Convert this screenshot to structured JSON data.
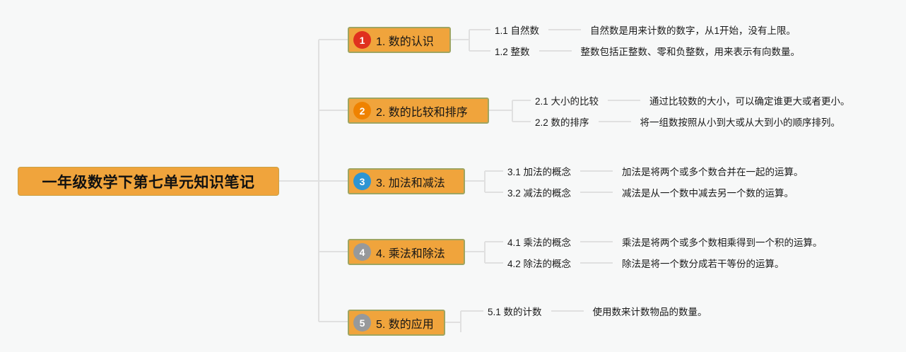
{
  "theme": {
    "background": "#f7f8f8",
    "node_fill": "#f0a43c",
    "node_border": "#9fa561",
    "connector_color": "#e0e0e0",
    "text_color": "#1a1a1a"
  },
  "root": {
    "label": "一年级数学下第七单元知识笔记"
  },
  "branches": [
    {
      "num": "1",
      "badge_color": "#e0301e",
      "label": "1. 数的认识",
      "children": [
        {
          "label": "1.1 自然数",
          "desc": "自然数是用来计数的数字，从1开始，没有上限。"
        },
        {
          "label": "1.2 整数",
          "desc": "整数包括正整数、零和负整数，用来表示有向数量。"
        }
      ]
    },
    {
      "num": "2",
      "badge_color": "#ef8200",
      "label": "2. 数的比较和排序",
      "children": [
        {
          "label": "2.1 大小的比较",
          "desc": "通过比较数的大小，可以确定谁更大或者更小。"
        },
        {
          "label": "2.2 数的排序",
          "desc": "将一组数按照从小到大或从大到小的顺序排列。"
        }
      ]
    },
    {
      "num": "3",
      "badge_color": "#2e95d3",
      "label": "3. 加法和减法",
      "children": [
        {
          "label": "3.1 加法的概念",
          "desc": "加法是将两个或多个数合并在一起的运算。"
        },
        {
          "label": "3.2 减法的概念",
          "desc": "减法是从一个数中减去另一个数的运算。"
        }
      ]
    },
    {
      "num": "4",
      "badge_color": "#97999b",
      "label": "4. 乘法和除法",
      "children": [
        {
          "label": "4.1 乘法的概念",
          "desc": "乘法是将两个或多个数相乘得到一个积的运算。"
        },
        {
          "label": "4.2 除法的概念",
          "desc": "除法是将一个数分成若干等份的运算。"
        }
      ]
    },
    {
      "num": "5",
      "badge_color": "#97999b",
      "label": "5. 数的应用",
      "children": [
        {
          "label": "5.1 数的计数",
          "desc": "使用数来计数物品的数量。"
        }
      ]
    }
  ]
}
